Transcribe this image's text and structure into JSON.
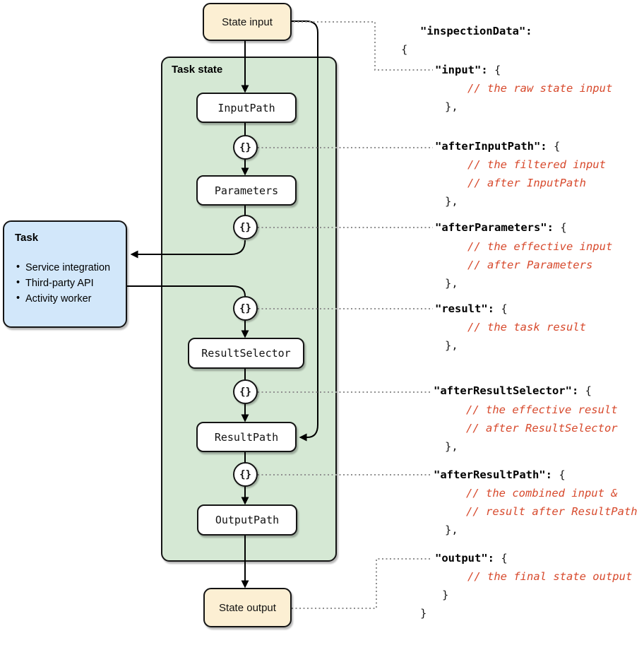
{
  "diagram": {
    "state_input_label": "State input",
    "state_output_label": "State output",
    "task_state_label": "Task state",
    "circle_glyph": "{}",
    "nodes": {
      "input_path": "InputPath",
      "parameters": "Parameters",
      "result_selector": "ResultSelector",
      "result_path": "ResultPath",
      "output_path": "OutputPath"
    },
    "task_box": {
      "title": "Task",
      "items": [
        "Service integration",
        "Third-party API",
        "Activity worker"
      ]
    }
  },
  "code": {
    "lines": [
      {
        "key": "\"inspectionData\":"
      },
      {
        "text": "{"
      },
      {
        "key": "\"input\":",
        "rest": " {"
      },
      {
        "comment": "// the raw state input"
      },
      {
        "text": "},"
      },
      {
        "key": "\"afterInputPath\":",
        "rest": " {"
      },
      {
        "comment": "// the filtered input"
      },
      {
        "comment": "// after InputPath"
      },
      {
        "text": "},"
      },
      {
        "key": "\"afterParameters\":",
        "rest": " {"
      },
      {
        "comment": "// the effective input"
      },
      {
        "comment": "// after Parameters"
      },
      {
        "text": "},"
      },
      {
        "key": "\"result\":",
        "rest": " {"
      },
      {
        "comment": "// the task result"
      },
      {
        "text": "},"
      },
      {
        "key": "\"afterResultSelector\":",
        "rest": " {"
      },
      {
        "comment": "// the effective result"
      },
      {
        "comment": "// after ResultSelector"
      },
      {
        "text": "},"
      },
      {
        "key": "\"afterResultPath\":",
        "rest": " {"
      },
      {
        "comment": "// the combined input &"
      },
      {
        "comment": "// result after ResultPath"
      },
      {
        "text": "},"
      },
      {
        "key": "\"output\":",
        "rest": " {"
      },
      {
        "comment": "// the final state output"
      },
      {
        "text": "}"
      },
      {
        "text": "}"
      }
    ]
  },
  "colors": {
    "task_state_fill": "#d5e8d4",
    "state_io_fill": "#fcefd3",
    "task_fill": "#d2e7fa",
    "node_fill": "#ffffff",
    "stroke": "#141414",
    "comment_text": "#d7492c",
    "dotted_connector": "#8f8f8f"
  }
}
